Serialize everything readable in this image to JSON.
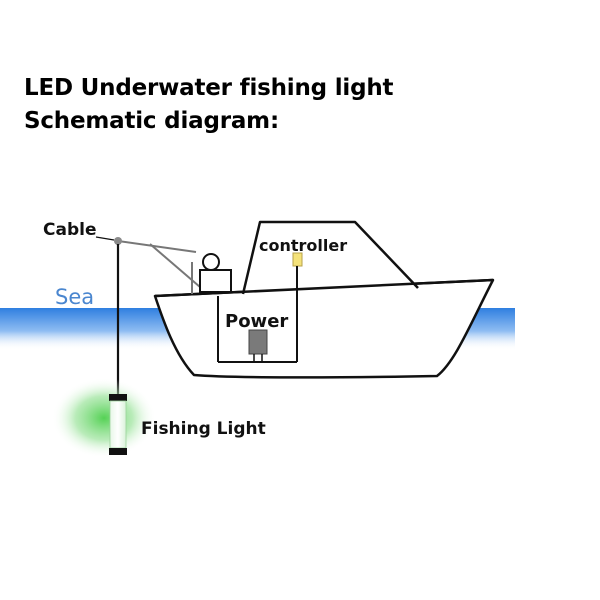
{
  "title": {
    "line1": "LED Underwater fishing light",
    "line2": "Schematic diagram:"
  },
  "labels": {
    "cable": "Cable",
    "sea": "Sea",
    "controller": "controller",
    "power": "Power",
    "fishing_light": "Fishing Light"
  },
  "colors": {
    "sea": "#3d87e0",
    "sea_label": "#4a86cf",
    "outline": "#111111",
    "light_glow": "#5fd35f",
    "controller_lamp": "#f4e27a",
    "power_box": "#7a7a7a"
  }
}
